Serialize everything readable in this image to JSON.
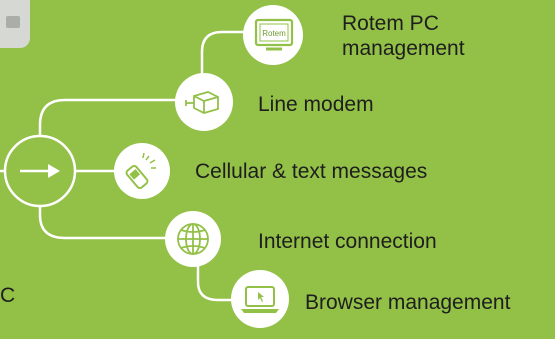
{
  "nodes": {
    "rotem_pc": {
      "label_line1": "Rotem PC",
      "label_line2": "management",
      "screen_text": "Rotem"
    },
    "line_modem": {
      "label": "Line modem"
    },
    "cellular": {
      "label": "Cellular & text messages"
    },
    "internet": {
      "label": "Internet connection"
    },
    "browser": {
      "label": "Browser management"
    }
  },
  "left_fragment": "C",
  "colors": {
    "background": "#93c047",
    "lines": "#ffffff",
    "text": "#1e1e1e"
  }
}
